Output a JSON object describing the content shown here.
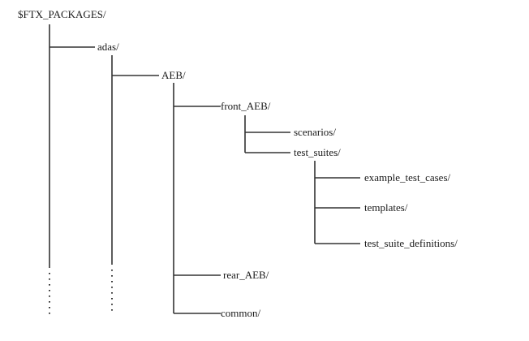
{
  "tree": {
    "root": {
      "label": "$FTX_PACKAGES/"
    },
    "nodes": [
      {
        "id": "adas",
        "label": "adas/",
        "parent": "root"
      },
      {
        "id": "aeb",
        "label": "AEB/",
        "parent": "adas"
      },
      {
        "id": "front_aeb",
        "label": "front_AEB/",
        "parent": "aeb"
      },
      {
        "id": "scenarios",
        "label": "scenarios/",
        "parent": "front_aeb"
      },
      {
        "id": "test_suites",
        "label": "test_suites/",
        "parent": "front_aeb"
      },
      {
        "id": "example_test_cases",
        "label": "example_test_cases/",
        "parent": "test_suites"
      },
      {
        "id": "templates",
        "label": "templates/",
        "parent": "test_suites"
      },
      {
        "id": "test_suite_definitions",
        "label": "test_suite_definitions/",
        "parent": "test_suites"
      },
      {
        "id": "rear_aeb",
        "label": "rear_AEB/",
        "parent": "aeb"
      },
      {
        "id": "common",
        "label": "common/",
        "parent": "aeb"
      }
    ],
    "continuation": {
      "root_more_items": true,
      "adas_more_items": true
    }
  },
  "style": {
    "line_color": "#333333",
    "text_color": "#1a1a1a"
  }
}
